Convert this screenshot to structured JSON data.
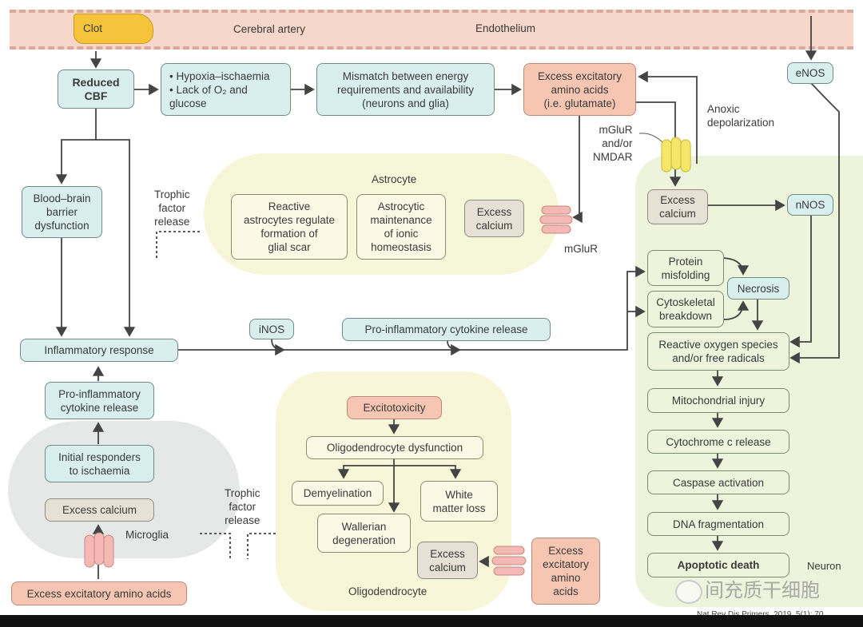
{
  "artery": {
    "clot": "Clot",
    "label": "Cerebral artery",
    "endothelium": "Endothelium"
  },
  "boxes": {
    "reduced_cbf": "Reduced\nCBF",
    "hypoxia": "• Hypoxia–ischaemia\n• Lack of O₂ and\n  glucose",
    "mismatch": "Mismatch between energy\nrequirements and availability\n(neurons and glia)",
    "excess_eaa_top": "Excess excitatory\namino acids\n(i.e. glutamate)",
    "enos": "eNOS",
    "neuron_calcium": "Excess\ncalcium",
    "nnos": "nNOS",
    "reactive_astro": "Reactive\nastrocytes regulate\nformation of\nglial scar",
    "astro_maint": "Astrocytic\nmaintenance\nof ionic\nhomeostasis",
    "astro_calcium": "Excess\ncalcium",
    "bbb": "Blood–brain\nbarrier\ndysfunction",
    "protein_misfolding": "Protein\nmisfolding",
    "necrosis": "Necrosis",
    "cytoskeletal": "Cytoskeletal\nbreakdown",
    "inos": "iNOS",
    "cytokine_mid": "Pro-inflammatory cytokine release",
    "inflammatory": "Inflammatory response",
    "ros": "Reactive oxygen species\nand/or free radicals",
    "mito": "Mitochondrial injury",
    "cytochrome": "Cytochrome c release",
    "caspase": "Caspase activation",
    "dna": "DNA fragmentation",
    "apoptotic": "Apoptotic death",
    "cytokine_left": "Pro-inflammatory\ncytokine release",
    "initial": "Initial responders\nto ischaemia",
    "micro_calcium": "Excess calcium",
    "eaa_bottom": "Excess excitatory amino acids",
    "excitotoxicity": "Excitotoxicity",
    "oligo_dys": "Oligodendrocyte dysfunction",
    "demyelination": "Demyelination",
    "white_matter": "White\nmatter loss",
    "wallerian": "Wallerian\ndegeneration",
    "oligo_calcium": "Excess\ncalcium",
    "eaa_oligo": "Excess\nexcitatory\namino\nacids"
  },
  "labels": {
    "anoxic": "Anoxic\ndepolarization",
    "mglur_nmdar": "mGluR\nand/or\nNMDAR",
    "astrocyte": "Astrocyte",
    "trophic1": "Trophic\nfactor\nrelease",
    "mglur": "mGluR",
    "microglia": "Microglia",
    "trophic2": "Trophic\nfactor\nrelease",
    "oligodendrocyte": "Oligodendrocyte",
    "neuron": "Neuron",
    "watermark": "间充质干细胞",
    "citation": "Nat Rev Dis Primers. 2019, 5(1): 70."
  },
  "colors": {
    "teal": "#d9efee",
    "salmon": "#f6c6b2",
    "calcium": "#e7e0d5",
    "neuron": "#eef3dc",
    "clot": "#f5c43a",
    "artery": "#f7d7ca"
  }
}
